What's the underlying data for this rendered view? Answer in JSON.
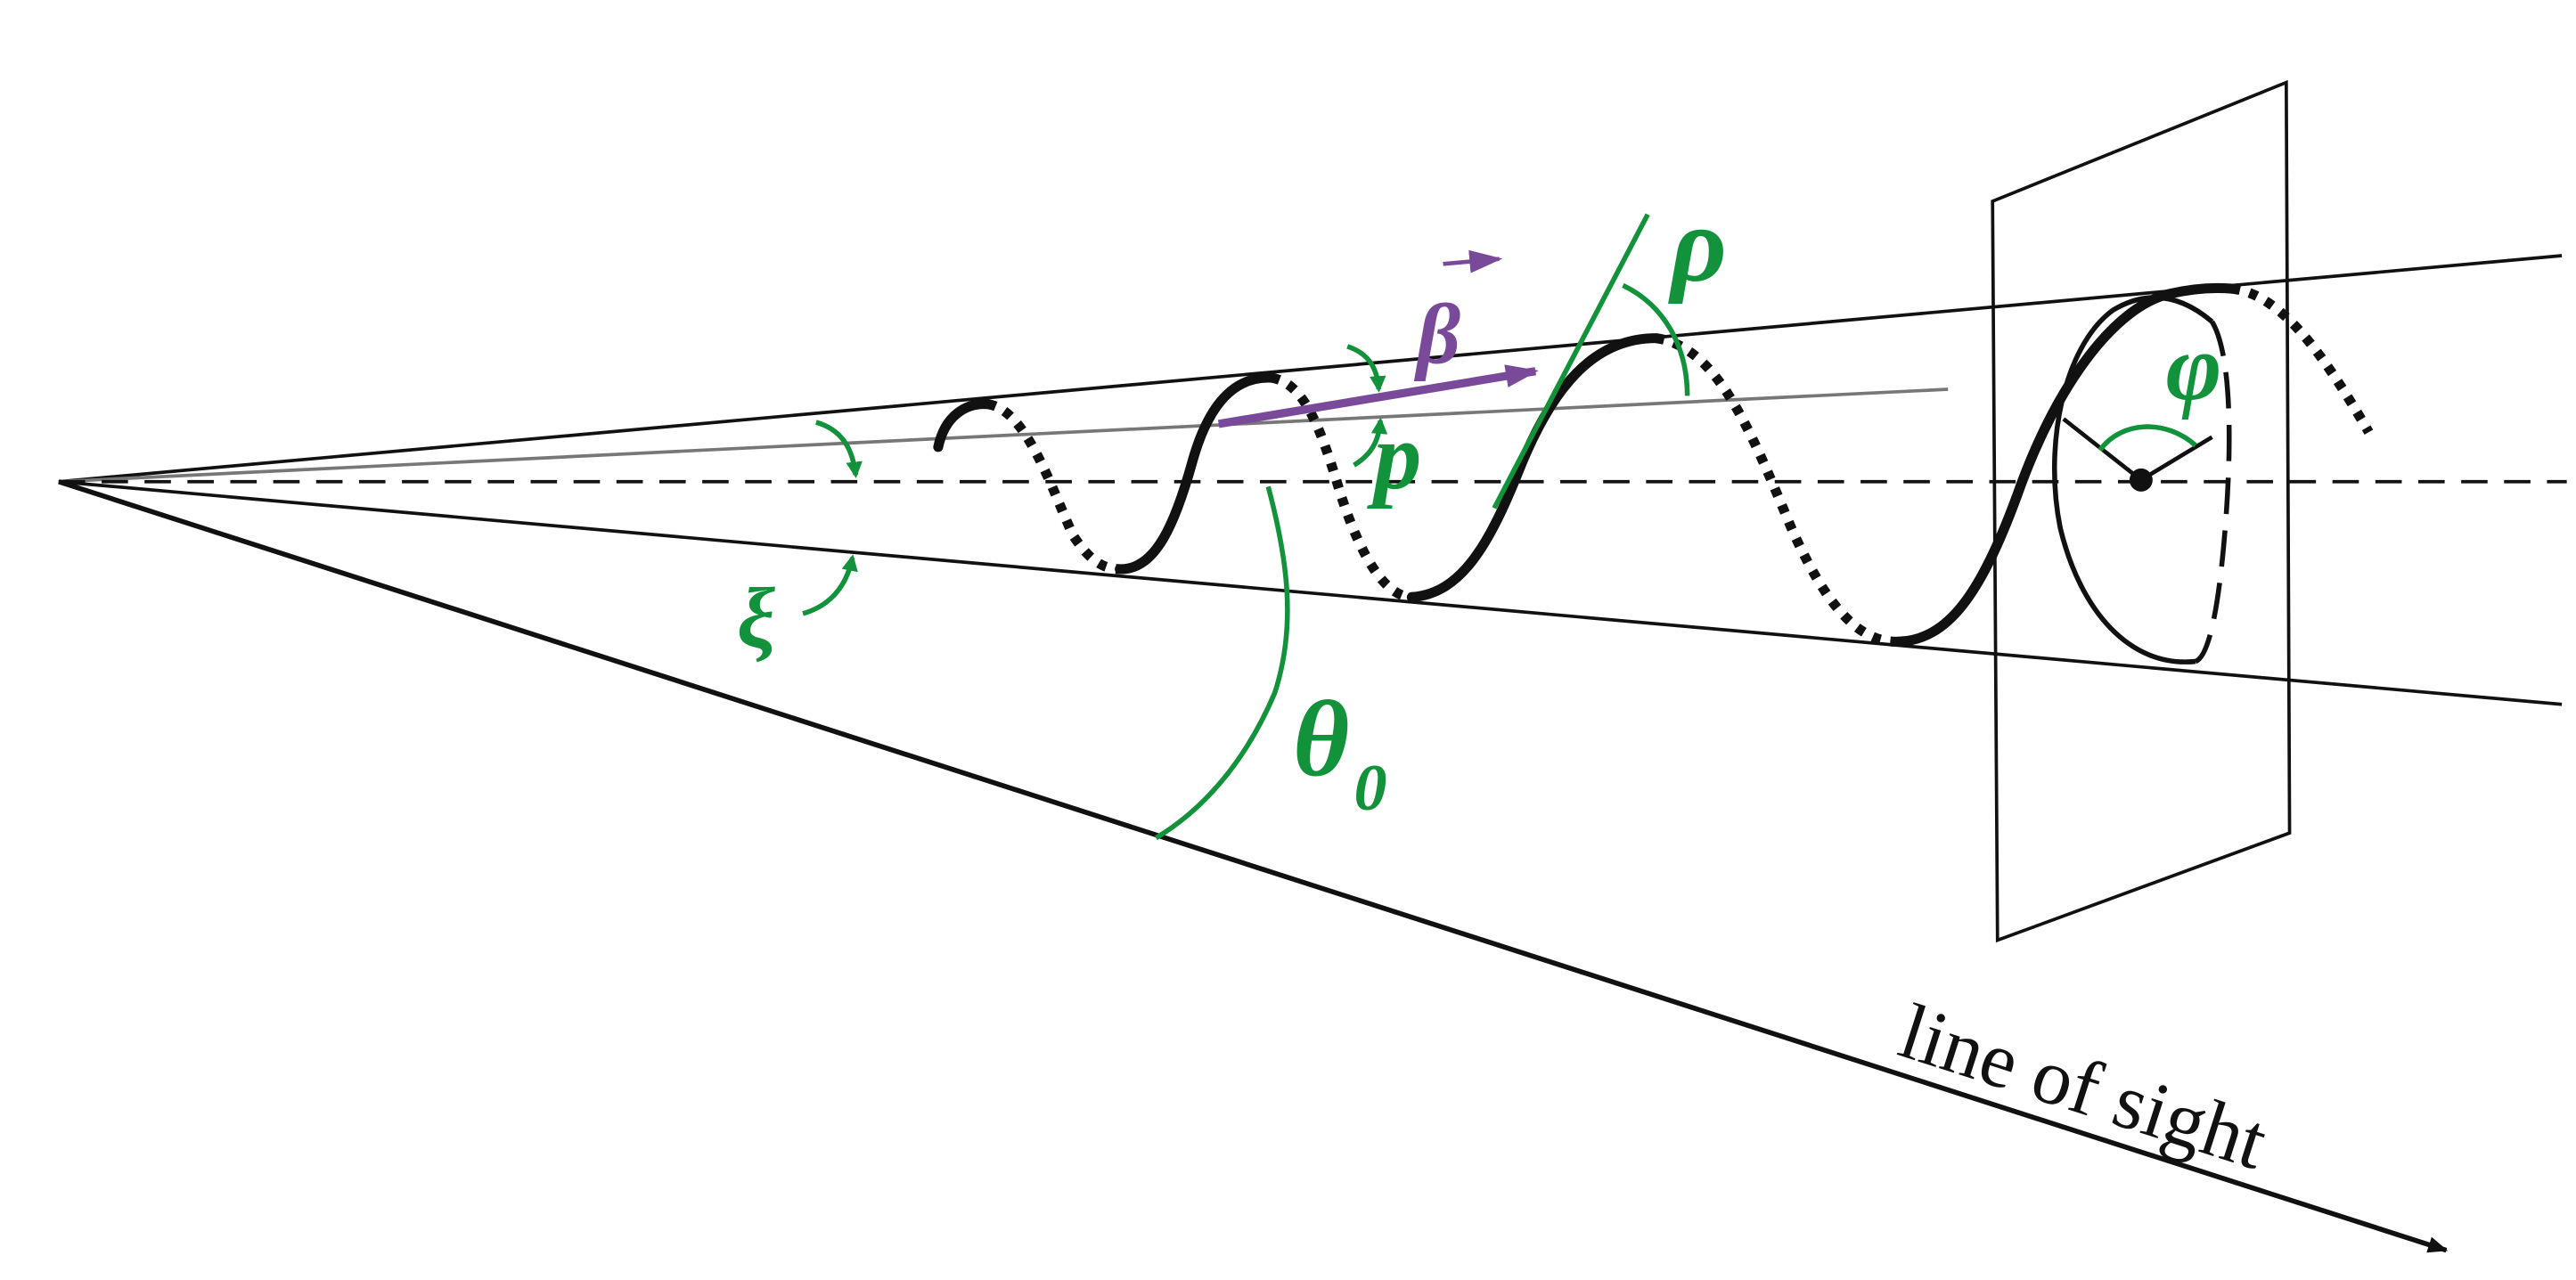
{
  "labels": {
    "xi": "ξ",
    "theta": "θ",
    "theta_sub": "0",
    "p": "p",
    "beta": "β",
    "rho": "ρ",
    "phi": "φ",
    "line_of_sight": "line of sight"
  },
  "colors": {
    "green": "#12923a",
    "purple": "#7a4a9a",
    "black": "#111111",
    "gray": "#777777"
  }
}
